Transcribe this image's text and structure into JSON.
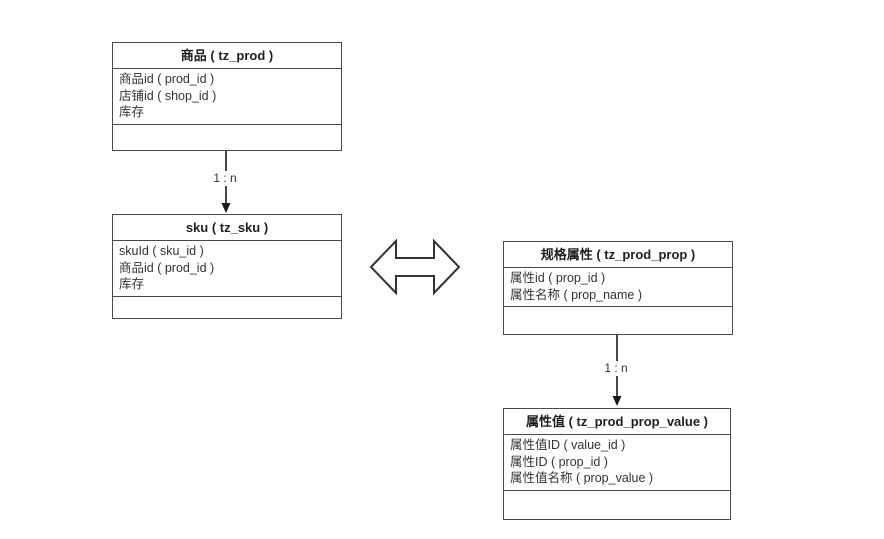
{
  "diagram": {
    "type": "er-diagram",
    "colors": {
      "border": "#4a4a4a",
      "connector": "#1a1a1a",
      "text": "#333333",
      "background": "#ffffff"
    },
    "tables": [
      {
        "id": "tz_prod",
        "title": "商品 ( tz_prod )",
        "fields": [
          "商品id ( prod_id )",
          "店铺id ( shop_id )",
          "库存"
        ]
      },
      {
        "id": "tz_sku",
        "title": "sku ( tz_sku )",
        "fields": [
          "skuId ( sku_id )",
          "商品id ( prod_id )",
          "库存"
        ]
      },
      {
        "id": "tz_prod_prop",
        "title": "规格属性 ( tz_prod_prop )",
        "fields": [
          "属性id ( prop_id )",
          "属性名称 ( prop_name )"
        ]
      },
      {
        "id": "tz_prod_prop_value",
        "title": "属性值 ( tz_prod_prop_value )",
        "fields": [
          "属性值ID ( value_id )",
          "属性ID ( prop_id )",
          "属性值名称 ( prop_value )"
        ]
      }
    ],
    "connectors": [
      {
        "from": "tz_prod",
        "to": "tz_sku",
        "label": "1 : n"
      },
      {
        "from": "tz_prod_prop",
        "to": "tz_prod_prop_value",
        "label": "1 : n"
      },
      {
        "from": "tz_sku",
        "to": "tz_prod_prop",
        "label": "",
        "style": "double-headed-block-arrow"
      }
    ]
  }
}
